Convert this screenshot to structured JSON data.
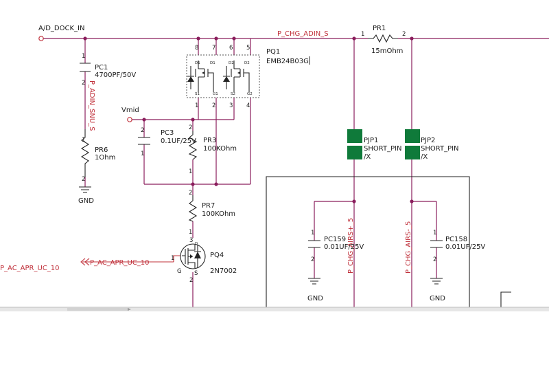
{
  "nets": {
    "dock_in": "A/D_DOCK_IN",
    "chg_adin": "P_CHG_ADIN_S",
    "adin_snu": "P_ADIN_SNU_S",
    "vmid": "Vmid",
    "ac_apr_left": "P_AC_APR_UC_10",
    "ac_apr": "P_AC_APR_UC_10",
    "airs_pos": "P_CHG_AIRS+_5",
    "airs_neg": "P_CHG_AIRS-_5"
  },
  "parts": {
    "pc1": {
      "ref": "PC1",
      "value": "4700PF/50V"
    },
    "pr6": {
      "ref": "PR6",
      "value": "1Ohm"
    },
    "pc3": {
      "ref": "PC3",
      "value": "0.1UF/25V"
    },
    "pr3": {
      "ref": "PR3",
      "value": "100KOhm"
    },
    "pr7": {
      "ref": "PR7",
      "value": "100KOhm"
    },
    "pq1": {
      "ref": "PQ1",
      "value": "EMB24B03G"
    },
    "pq4": {
      "ref": "PQ4",
      "value": "2N7002"
    },
    "pr1": {
      "ref": "PR1",
      "value": "15mOhm"
    },
    "pjp1": {
      "ref": "PJP1",
      "value": "SHORT_PIN",
      "suffix": "/X"
    },
    "pjp2": {
      "ref": "PJP2",
      "value": "SHORT_PIN",
      "suffix": "/X"
    },
    "pc159": {
      "ref": "PC159",
      "value": "0.01UF/25V"
    },
    "pc158": {
      "ref": "PC158",
      "value": "0.01UF/25V"
    }
  },
  "gnd_labels": {
    "left": "GND",
    "mid": "GND",
    "right": "GND"
  },
  "pins": {
    "pq1_top": [
      "8",
      "7",
      "6",
      "5"
    ],
    "pq1_bottom": [
      "1",
      "2",
      "3",
      "4"
    ],
    "pq1_inner_top": [
      "D1",
      "D1",
      "D2",
      "D2"
    ],
    "pq1_inner_bottom": [
      "S1",
      "G1",
      "S2",
      "G2"
    ],
    "pq4_d": "D",
    "pq4_g": "G",
    "pq4_s": "S",
    "pr1_left": "1",
    "pr1_right": "2",
    "one": "1",
    "two": "2",
    "three": "3"
  },
  "colors": {
    "wire": "#8a1d5c",
    "net_label": "#c0303a",
    "short_pin": "#0f7a3a"
  }
}
